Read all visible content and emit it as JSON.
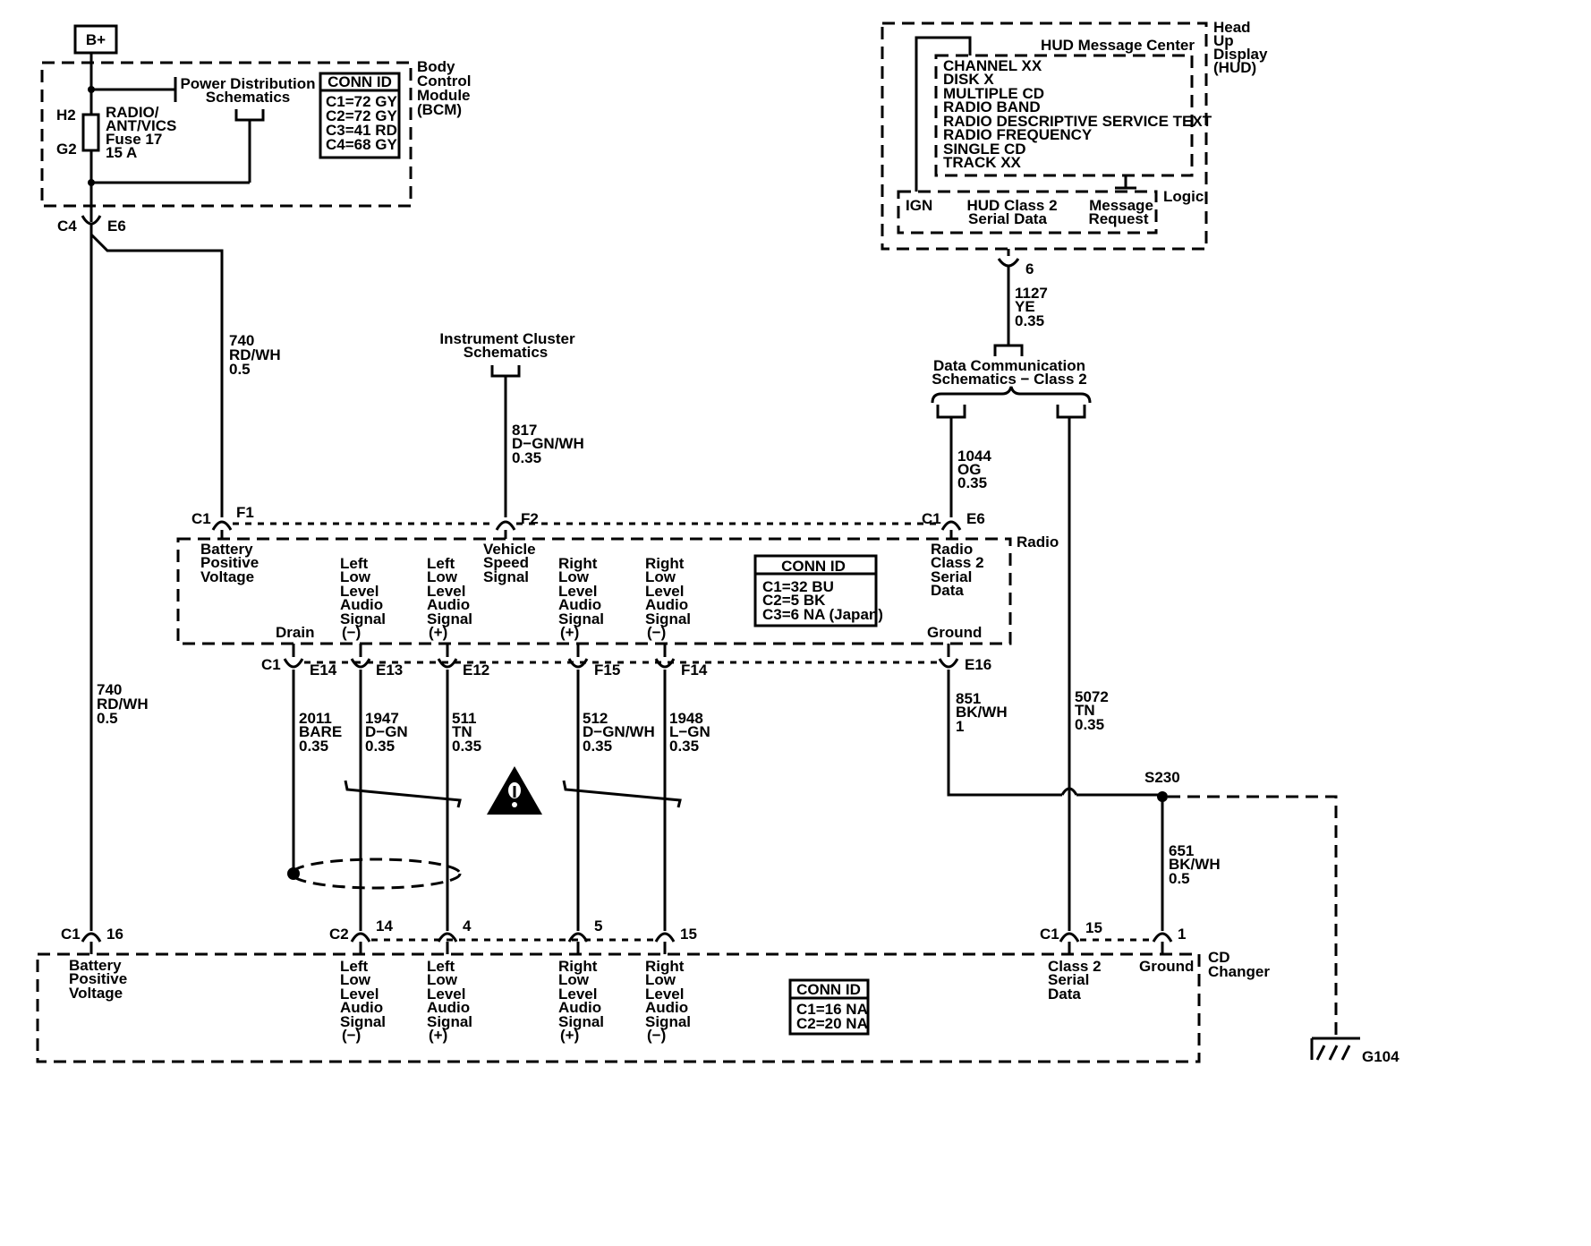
{
  "bplus": "B+",
  "bcm": {
    "name": [
      "Body",
      "Control",
      "Module",
      "(BCM)"
    ],
    "power_dist": [
      "Power Distribution",
      "Schematics"
    ],
    "fuse": [
      "RADIO/",
      "ANT/VICS",
      "Fuse 17",
      "15 A"
    ],
    "h2": "H2",
    "g2": "G2",
    "conn_title": "CONN ID",
    "conn": [
      "C1=72 GY",
      "C2=72 GY",
      "C3=41 RD",
      "C4=68 GY"
    ],
    "c4": "C4",
    "e6": "E6"
  },
  "hud": {
    "name": [
      "Head",
      "Up",
      "Display",
      "(HUD)"
    ],
    "msg_center": "HUD Message Center",
    "messages": [
      "CHANNEL XX",
      "DISK X",
      "MULTIPLE CD",
      "RADIO BAND",
      "RADIO DESCRIPTIVE SERVICE TEXT",
      "RADIO FREQUENCY",
      "SINGLE CD",
      "TRACK XX"
    ],
    "logic": "Logic",
    "ign": "IGN",
    "serial": [
      "HUD Class 2",
      "Serial Data"
    ],
    "request": [
      "Message",
      "Request"
    ],
    "pin": "6"
  },
  "wires": {
    "w740_top": [
      "740",
      "RD/WH",
      "0.5"
    ],
    "w740_left": [
      "740",
      "RD/WH",
      "0.5"
    ],
    "w817": [
      "817",
      "D−GN/WH",
      "0.35"
    ],
    "w1127": [
      "1127",
      "YE",
      "0.35"
    ],
    "w1044": [
      "1044",
      "OG",
      "0.35"
    ],
    "w5072": [
      "5072",
      "TN",
      "0.35"
    ],
    "w851": [
      "851",
      "BK/WH",
      "1"
    ],
    "w651": [
      "651",
      "BK/WH",
      "0.5"
    ],
    "w2011": [
      "2011",
      "BARE",
      "0.35"
    ],
    "w1947": [
      "1947",
      "D−GN",
      "0.35"
    ],
    "w511": [
      "511",
      "TN",
      "0.35"
    ],
    "w512": [
      "512",
      "D−GN/WH",
      "0.35"
    ],
    "w1948": [
      "1948",
      "L−GN",
      "0.35"
    ]
  },
  "refs": {
    "instrument": [
      "Instrument Cluster",
      "Schematics"
    ],
    "datacomm": [
      "Data Communication",
      "Schematics − Class 2"
    ]
  },
  "radio": {
    "name": "Radio",
    "c1": "C1",
    "top_pins": [
      "F1",
      "F2",
      "E6"
    ],
    "battery": [
      "Battery",
      "Positive",
      "Voltage"
    ],
    "vss": [
      "Vehicle",
      "Speed",
      "Signal"
    ],
    "class2": [
      "Radio",
      "Class 2",
      "Serial",
      "Data"
    ],
    "llas_neg": [
      "Left",
      "Low",
      "Level",
      "Audio",
      "Signal",
      "(−)"
    ],
    "llas_pos": [
      "Left",
      "Low",
      "Level",
      "Audio",
      "Signal",
      "(+)"
    ],
    "rlas_pos": [
      "Right",
      "Low",
      "Level",
      "Audio",
      "Signal",
      "(+)"
    ],
    "rlas_neg": [
      "Right",
      "Low",
      "Level",
      "Audio",
      "Signal",
      "(−)"
    ],
    "drain": "Drain",
    "ground": "Ground",
    "conn_title": "CONN ID",
    "conn": [
      "C1=32 BU",
      "C2=5 BK",
      "C3=6 NA (Japan)"
    ],
    "bottom_pins": [
      "E14",
      "E13",
      "E12",
      "F15",
      "F14",
      "E16"
    ]
  },
  "splice": "S230",
  "ground_ref": "G104",
  "cd": {
    "name": [
      "CD",
      "Changer"
    ],
    "c1": "C1",
    "c2": "C2",
    "pins_c1": [
      "16",
      "15",
      "1"
    ],
    "pins_c2": [
      "14",
      "4",
      "5",
      "15"
    ],
    "battery": [
      "Battery",
      "Positive",
      "Voltage"
    ],
    "llas_neg": [
      "Left",
      "Low",
      "Level",
      "Audio",
      "Signal",
      "(−)"
    ],
    "llas_pos": [
      "Left",
      "Low",
      "Level",
      "Audio",
      "Signal",
      "(+)"
    ],
    "rlas_pos": [
      "Right",
      "Low",
      "Level",
      "Audio",
      "Signal",
      "(+)"
    ],
    "rlas_neg": [
      "Right",
      "Low",
      "Level",
      "Audio",
      "Signal",
      "(−)"
    ],
    "class2": [
      "Class 2",
      "Serial",
      "Data"
    ],
    "ground": "Ground",
    "conn_title": "CONN ID",
    "conn": [
      "C1=16 NA",
      "C2=20 NA"
    ]
  }
}
